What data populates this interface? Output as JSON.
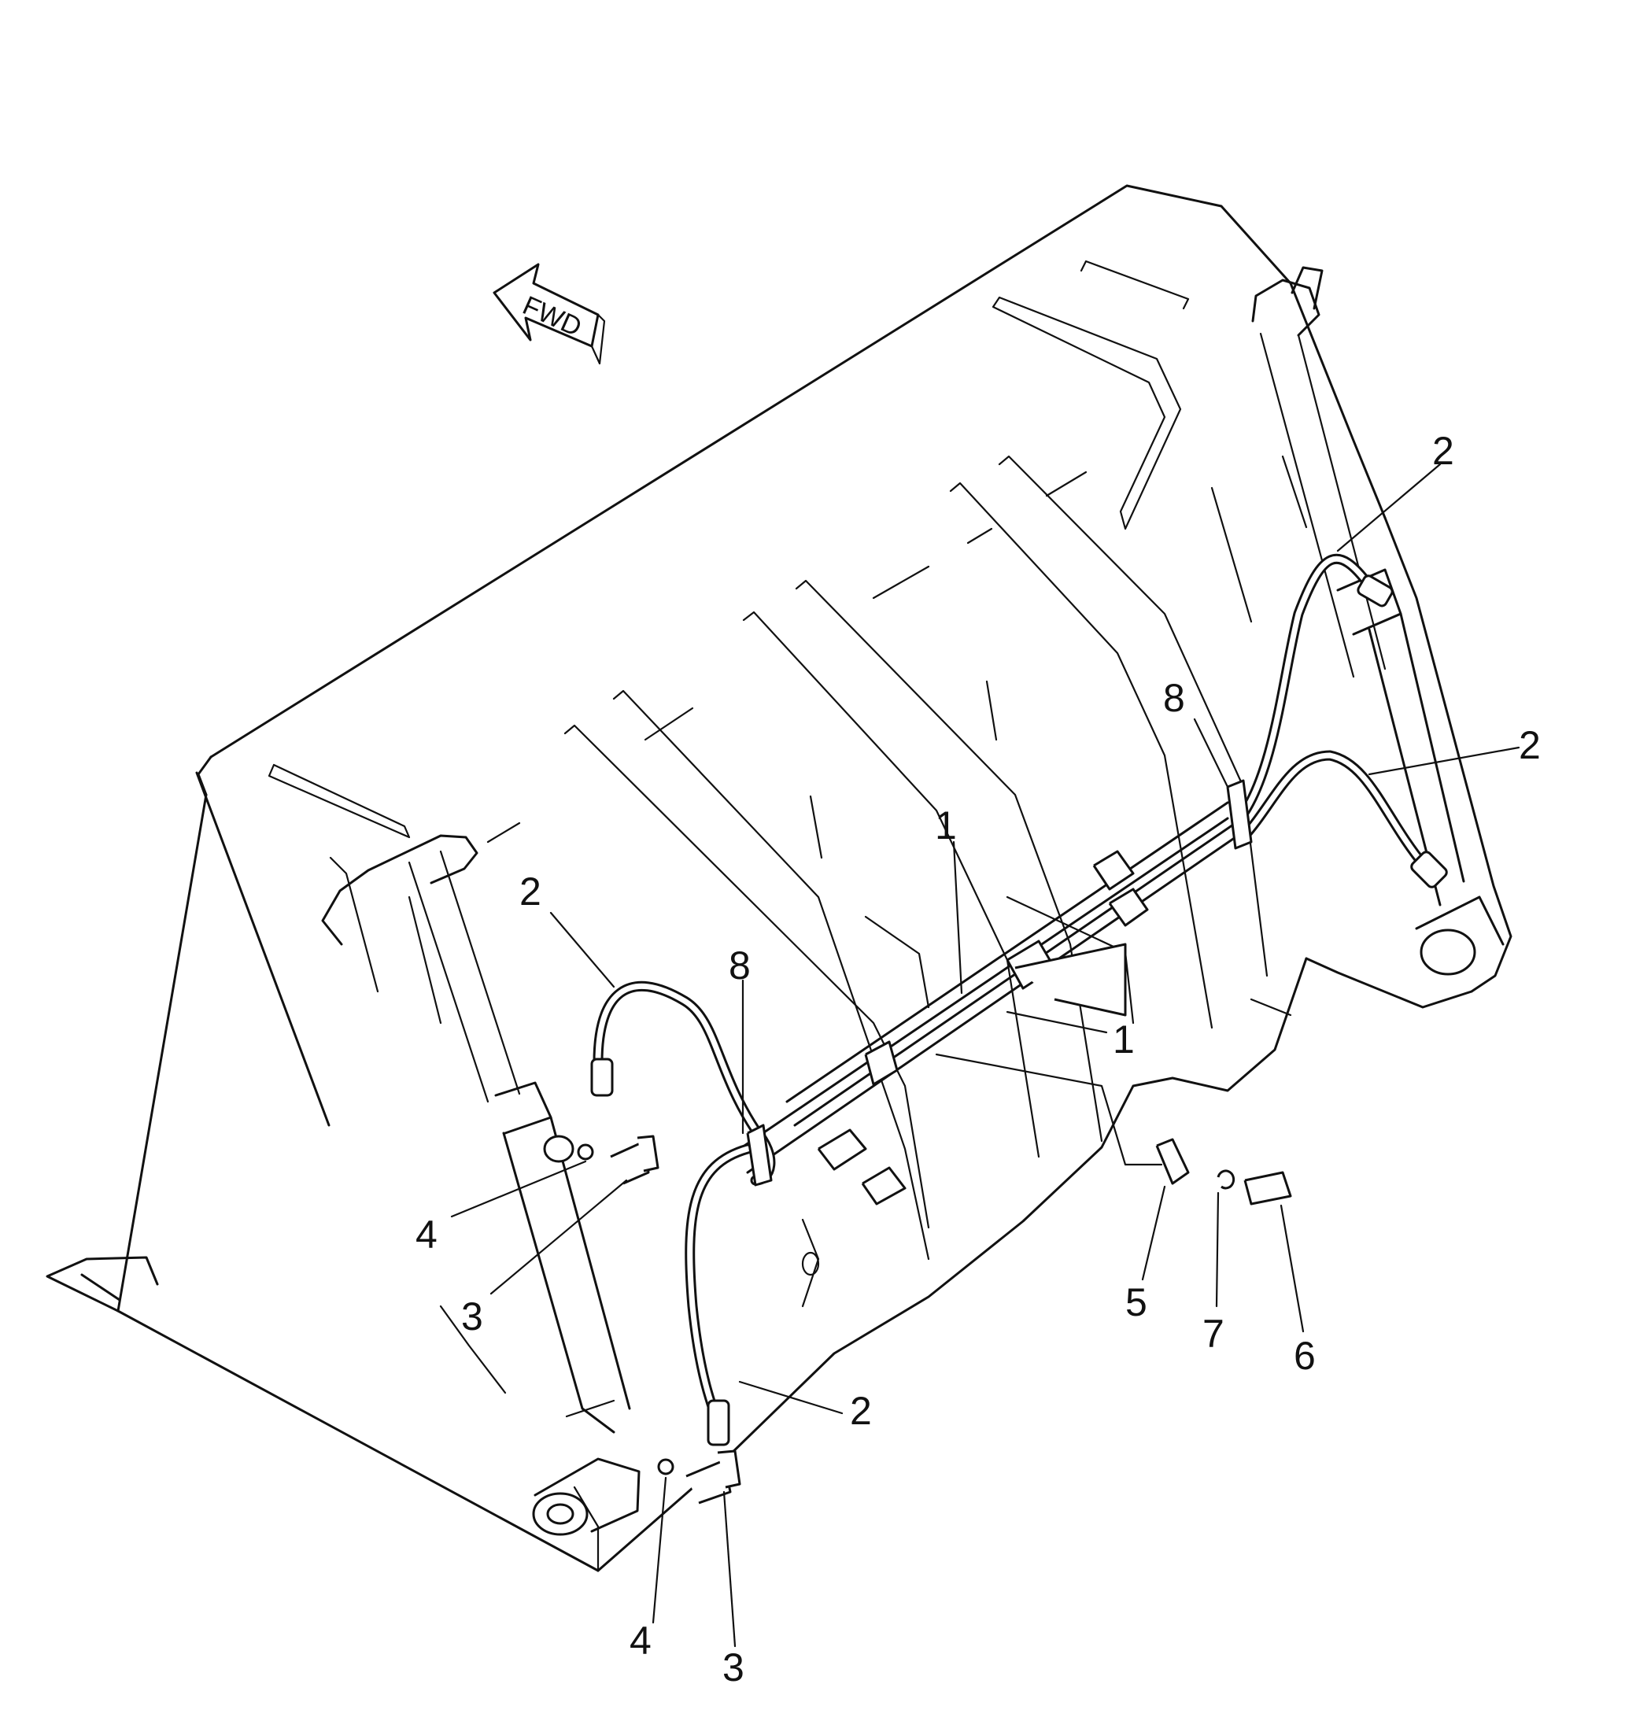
{
  "direction_arrow": {
    "label": "FWD"
  },
  "callouts": [
    {
      "id": "c1a",
      "text": "2"
    },
    {
      "id": "c1b",
      "text": "2"
    },
    {
      "id": "c1c",
      "text": "8"
    },
    {
      "id": "c1d",
      "text": "1"
    },
    {
      "id": "c1e",
      "text": "1"
    },
    {
      "id": "c1f",
      "text": "2"
    },
    {
      "id": "c1g",
      "text": "8"
    },
    {
      "id": "c1h",
      "text": "4"
    },
    {
      "id": "c1i",
      "text": "3"
    },
    {
      "id": "c1j",
      "text": "2"
    },
    {
      "id": "c1k",
      "text": "4"
    },
    {
      "id": "c1l",
      "text": "3"
    },
    {
      "id": "c1m",
      "text": "5"
    },
    {
      "id": "c1n",
      "text": "7"
    },
    {
      "id": "c1o",
      "text": "6"
    }
  ]
}
